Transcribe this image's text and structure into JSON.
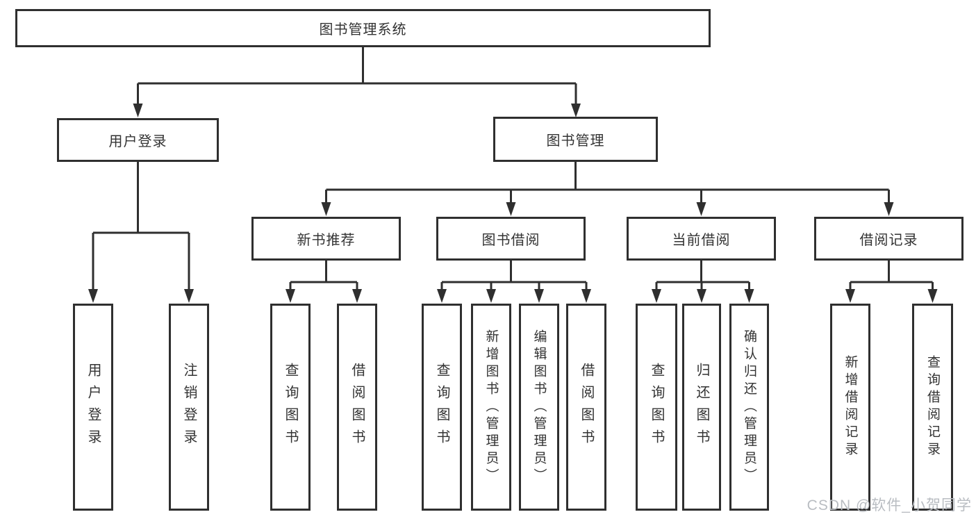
{
  "nodes": {
    "root": "图书管理系统",
    "user_login": "用户登录",
    "book_mgmt": "图书管理",
    "new_book_rec": "新书推荐",
    "book_borrow": "图书借阅",
    "current_borrow": "当前借阅",
    "borrow_records": "借阅记录",
    "leaf_user_login": "用户登录",
    "leaf_logout": "注销登录",
    "leaf_nbr_query_book": "查询图书",
    "leaf_nbr_borrow_book": "借阅图书",
    "leaf_bb_query_book": "查询图书",
    "leaf_bb_add_book": "新增图书（管理员）",
    "leaf_bb_edit_book": "编辑图书（管理员）",
    "leaf_bb_borrow_book": "借阅图书",
    "leaf_cb_query_book": "查询图书",
    "leaf_cb_return_book": "归还图书",
    "leaf_cb_confirm_return": "确认归还（管理员）",
    "leaf_br_add_record": "新增借阅记录",
    "leaf_br_query_record": "查询借阅记录"
  },
  "colors": {
    "line": "#2f2f2f",
    "text": "#333333",
    "watermark": "#b9bdc2",
    "background": "#ffffff"
  },
  "watermark": "CSDN @软件_小贺同学"
}
